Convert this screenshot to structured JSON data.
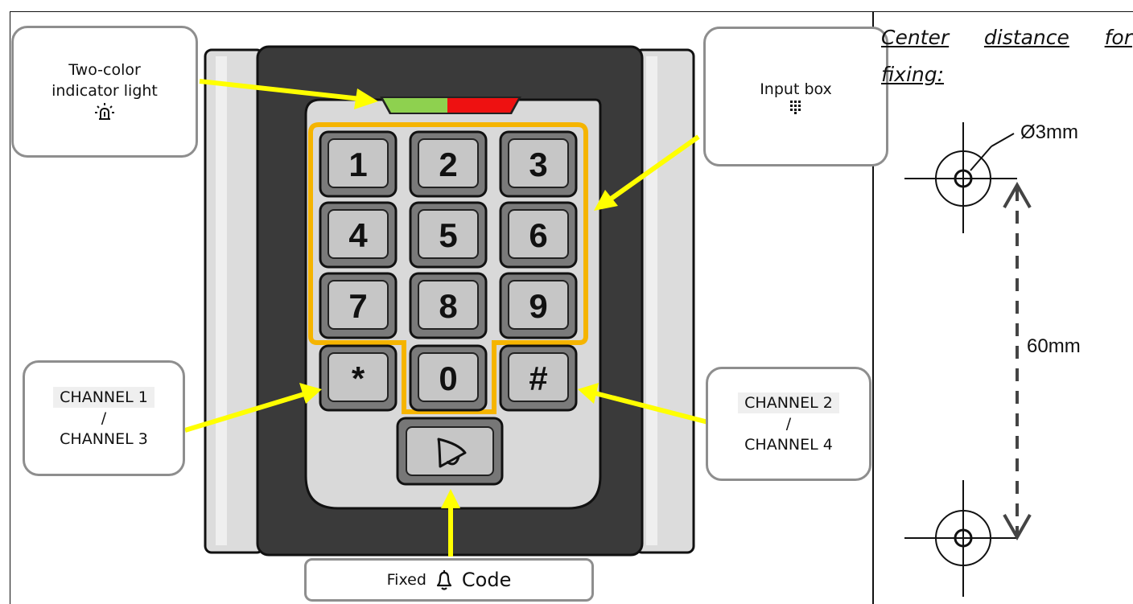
{
  "callouts": {
    "indicator_line1": "Two-color",
    "indicator_line2": "indicator light",
    "indicator_icon": "alarm-light-icon",
    "input_box": "Input box",
    "input_icon": "keypad-grid-icon",
    "channel_left_top": "CHANNEL 1",
    "channel_left_sep": "/",
    "channel_left_bottom": "CHANNEL 3",
    "channel_right_top": "CHANNEL 2",
    "channel_right_sep": "/",
    "channel_right_bottom": "CHANNEL 4",
    "fixed_prefix": "Fixed",
    "fixed_icon": "bell-icon",
    "fixed_suffix": "Code"
  },
  "keypad": {
    "keys": [
      "1",
      "2",
      "3",
      "4",
      "5",
      "6",
      "7",
      "8",
      "9",
      "*",
      "0",
      "#"
    ],
    "bell_icon": "bell-icon"
  },
  "side": {
    "title_words": [
      "Center",
      "distance",
      "for"
    ],
    "title_line2": "fixing:",
    "hole_label": "Ø3mm",
    "distance_label": "60mm"
  },
  "colors": {
    "arrow": "#ffff00",
    "highlight": "#f5b400",
    "led_green": "#8ed14f",
    "led_red": "#ee1111",
    "housing": "#3a3a3a",
    "plate": "#d9d9d9",
    "key": "#c6c6c6"
  }
}
